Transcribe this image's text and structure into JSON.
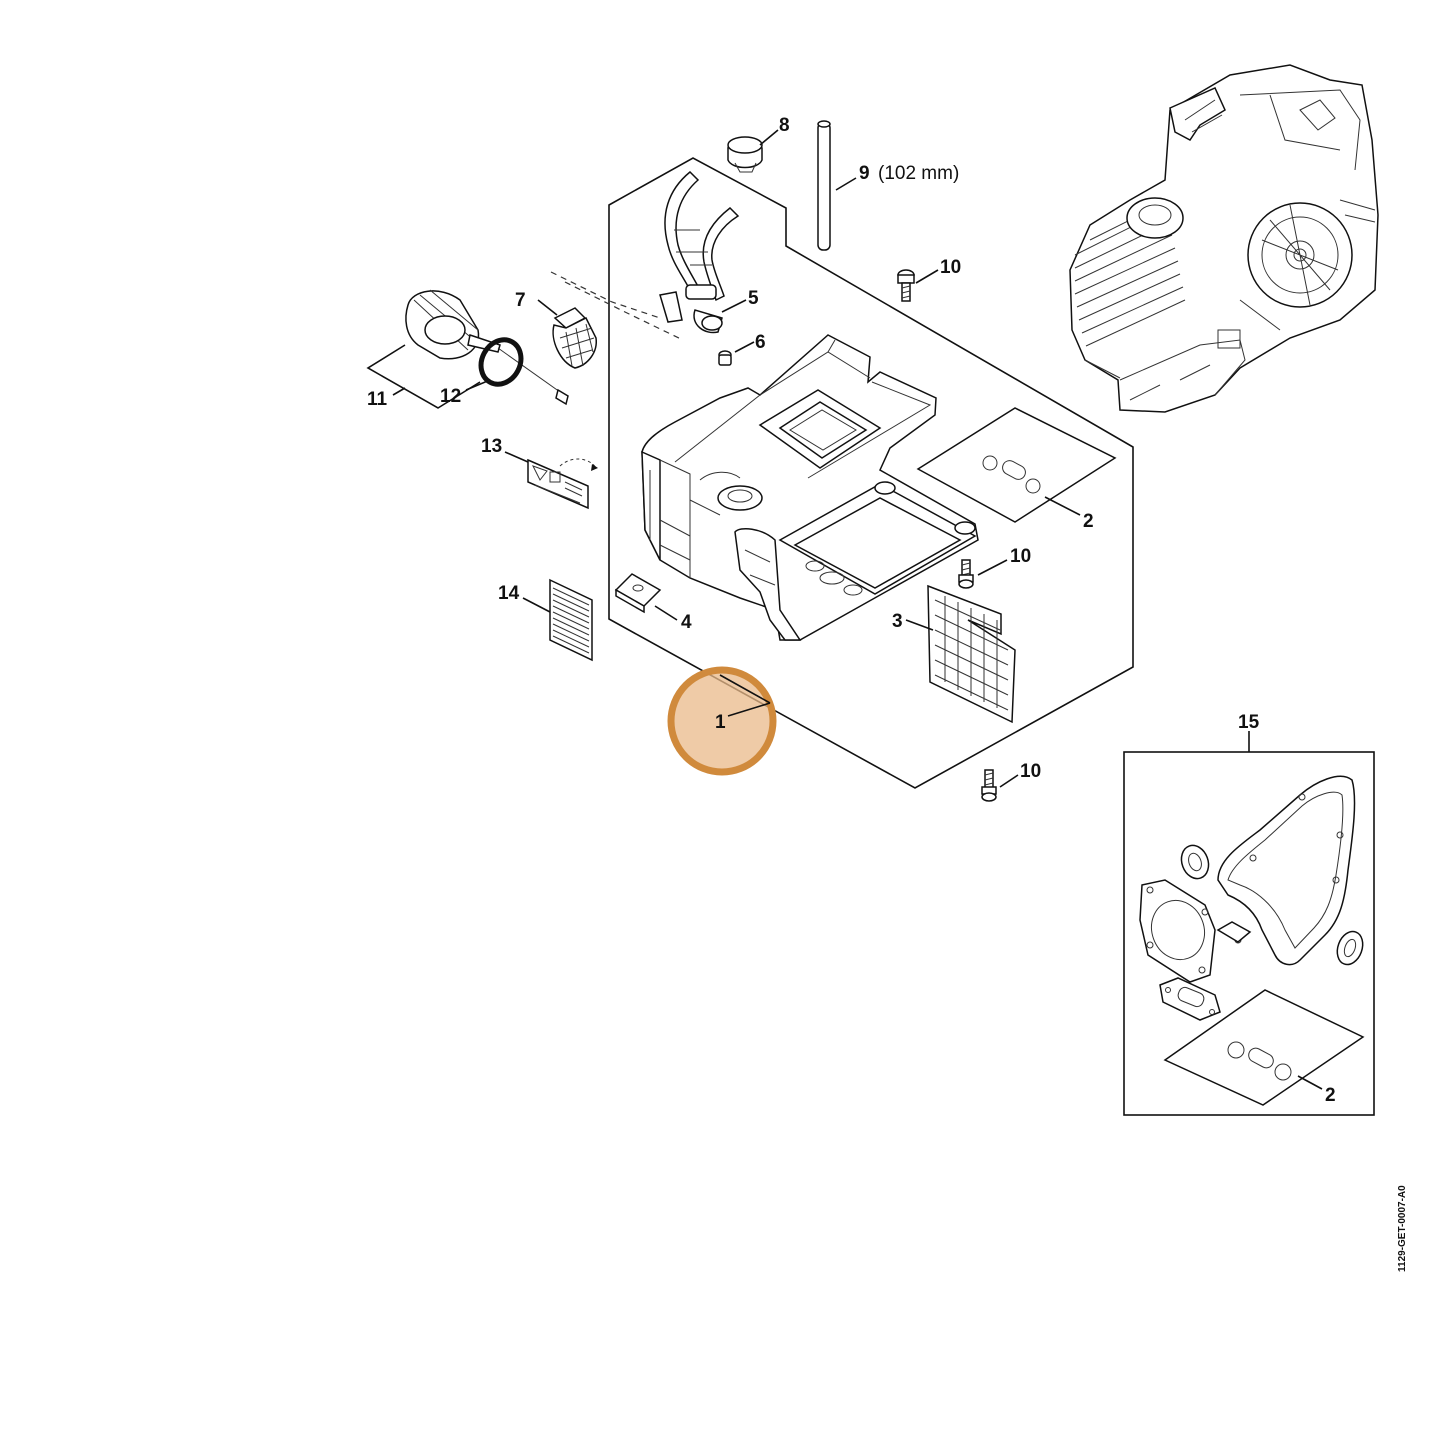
{
  "labels": {
    "p1": "1",
    "p2": "2",
    "p2b": "2",
    "p3": "3",
    "p4": "4",
    "p5": "5",
    "p6": "6",
    "p7": "7",
    "p8": "8",
    "p9_num": "9",
    "p9_dim": "(102 mm)",
    "p10a": "10",
    "p10b": "10",
    "p10c": "10",
    "p11": "11",
    "p12": "12",
    "p13": "13",
    "p14": "14",
    "p15": "15"
  },
  "drawing_code": "1129-GET-0007-A0",
  "colors": {
    "highlight": "#d08a3c",
    "highlight_fill": "#e9b98a",
    "line": "#111111"
  },
  "highlighted_part": "1"
}
